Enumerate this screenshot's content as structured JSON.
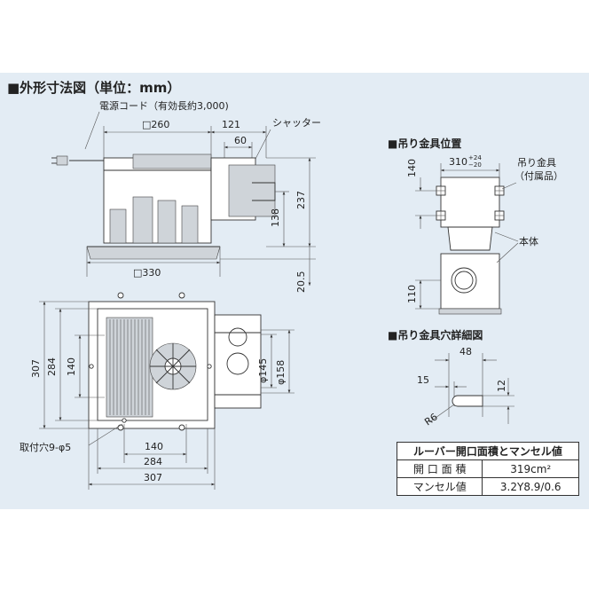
{
  "title": "■外形寸法図（単位：mm）",
  "front_view": {
    "cord_label": "電源コード（有効長約3,000)",
    "shutter_label": "シャッター",
    "dim_260": "□260",
    "dim_121": "121",
    "dim_60": "60",
    "dim_237": "237",
    "dim_138": "138",
    "dim_330": "□330",
    "dim_20_5": "20.5"
  },
  "bottom_view": {
    "dim_307_v": "307",
    "dim_284_v": "284",
    "dim_140_v": "140",
    "dim_phi145": "φ145",
    "dim_phi158": "φ158",
    "mount_hole_label": "取付穴9-φ5",
    "dim_140_h": "140",
    "dim_284_h": "284",
    "dim_307_h": "307"
  },
  "bracket_position": {
    "title": "■吊り金具位置",
    "dim_140": "140",
    "dim_310": "310",
    "tol_plus": "+24",
    "tol_minus": "−20",
    "bracket_label_1": "吊り金具",
    "bracket_label_2": "（付属品）",
    "body_label": "本体",
    "dim_110": "110"
  },
  "hole_detail": {
    "title": "■吊り金具穴詳細図",
    "dim_48": "48",
    "dim_15": "15",
    "dim_12": "12",
    "dim_r6": "R6"
  },
  "spec_table": {
    "header": "ルーバー開口面積とマンセル値",
    "rows": [
      {
        "label": "開 口 面 積",
        "value": "319cm²"
      },
      {
        "label": "マンセル値",
        "value": "3.2Y8.9/0.6"
      }
    ]
  }
}
